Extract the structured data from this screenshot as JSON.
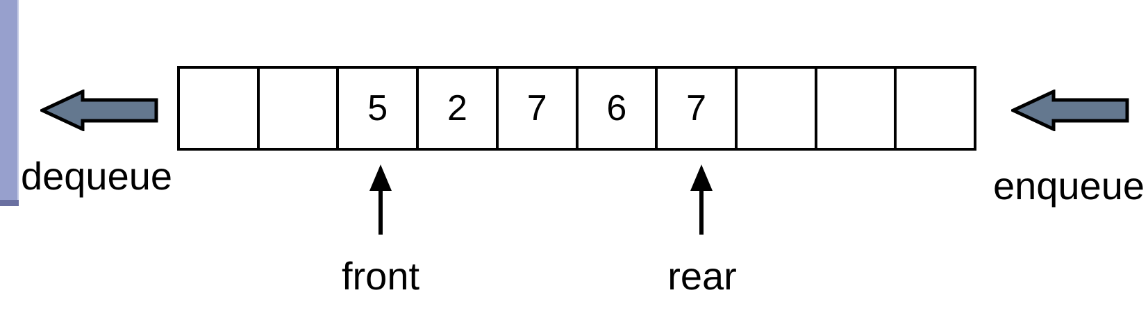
{
  "queue": {
    "cells": [
      "",
      "",
      "5",
      "2",
      "7",
      "6",
      "7",
      "",
      "",
      ""
    ],
    "front_index": 2,
    "rear_index": 6
  },
  "labels": {
    "dequeue": "dequeue",
    "enqueue": "enqueue",
    "front": "front",
    "rear": "rear"
  },
  "icons": {
    "dequeue_arrow": "left-block-arrow-icon",
    "enqueue_arrow": "left-block-arrow-icon",
    "front_pointer": "up-arrow-icon",
    "rear_pointer": "up-arrow-icon"
  },
  "colors": {
    "block_arrow_fill": "#64788f",
    "block_arrow_outline": "#000000",
    "pointer_arrow": "#000000",
    "cell_border": "#000000",
    "sidebar_light": "#97a0cd",
    "sidebar_dark": "#6a70a1",
    "background": "#ffffff"
  }
}
